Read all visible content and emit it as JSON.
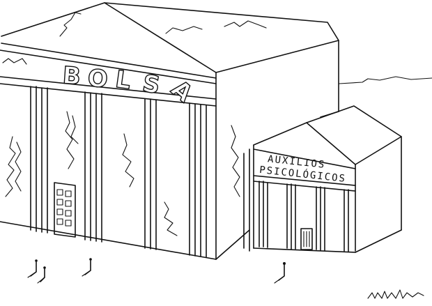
{
  "main_sign": {
    "text": "BOLSA",
    "letters": [
      "B",
      "O",
      "L",
      "S",
      "A"
    ]
  },
  "small_sign": {
    "line1": "AUXILIOS",
    "line2": "PSICOLÓGICOS"
  },
  "colors": {
    "ink": "#111111",
    "paper": "#ffffff"
  }
}
